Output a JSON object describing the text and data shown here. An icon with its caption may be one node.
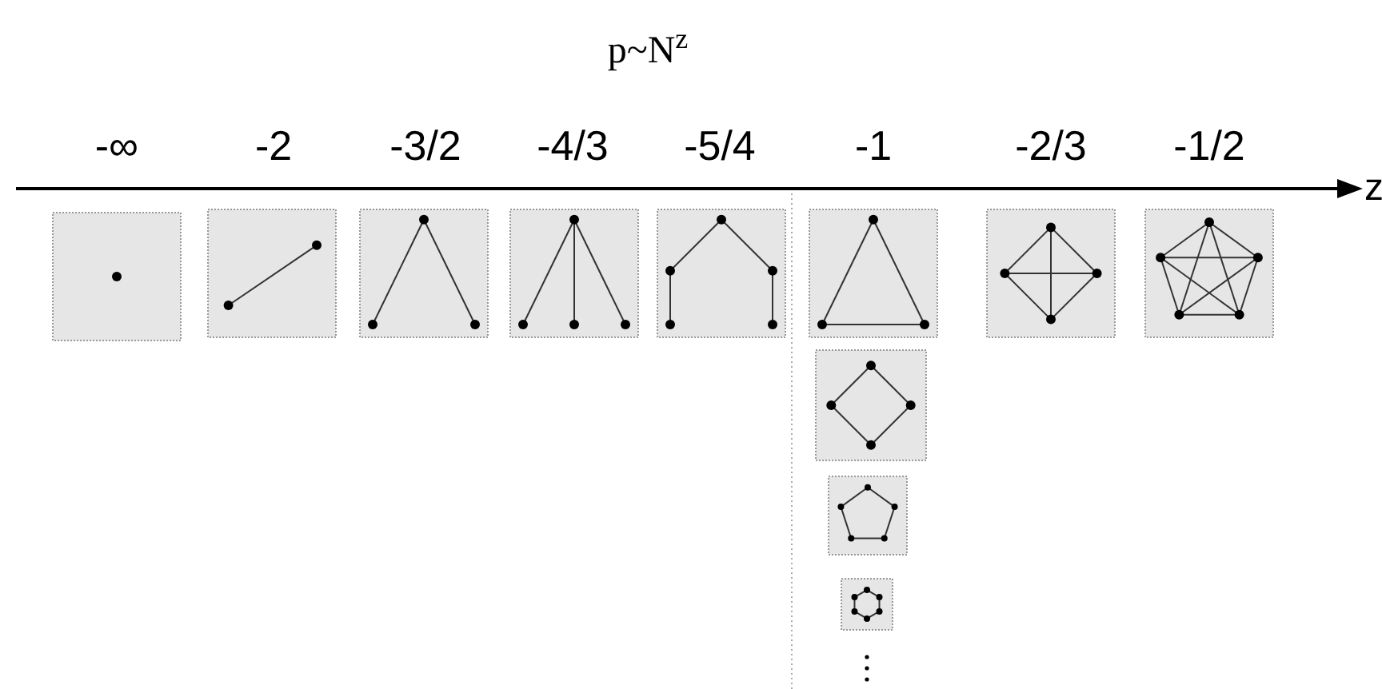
{
  "diagram": {
    "title": "p~N$^{z}$",
    "labels": [
      "-∞",
      "-2",
      "-3/2",
      "-4/3",
      "-5/4",
      "-1",
      "-2/3",
      "-1/2",
      "z"
    ]
  }
}
